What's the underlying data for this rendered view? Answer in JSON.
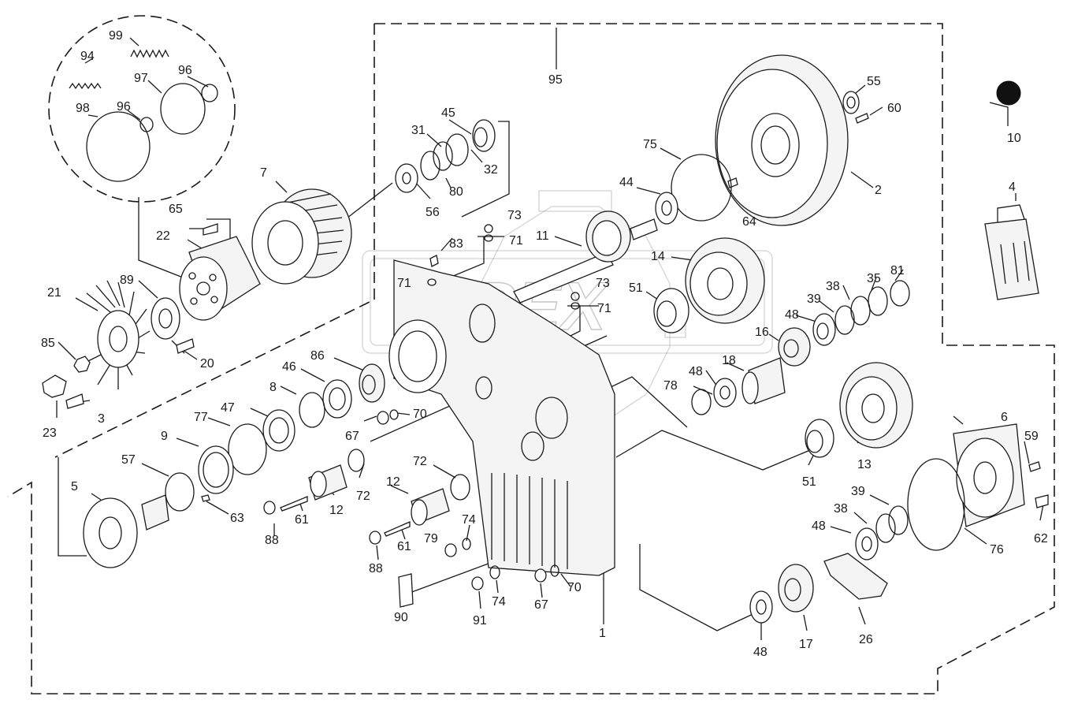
{
  "diagram": {
    "watermark": "OPEX",
    "callouts": [
      {
        "id": "99",
        "text": "99"
      },
      {
        "id": "94",
        "text": "94"
      },
      {
        "id": "97",
        "text": "97"
      },
      {
        "id": "96a",
        "text": "96"
      },
      {
        "id": "98",
        "text": "98"
      },
      {
        "id": "96b",
        "text": "96"
      },
      {
        "id": "95",
        "text": "95"
      },
      {
        "id": "55",
        "text": "55"
      },
      {
        "id": "60",
        "text": "60"
      },
      {
        "id": "10",
        "text": "10"
      },
      {
        "id": "45",
        "text": "45"
      },
      {
        "id": "31",
        "text": "31"
      },
      {
        "id": "32",
        "text": "32"
      },
      {
        "id": "80",
        "text": "80"
      },
      {
        "id": "56",
        "text": "56"
      },
      {
        "id": "75",
        "text": "75"
      },
      {
        "id": "2",
        "text": "2"
      },
      {
        "id": "4",
        "text": "4"
      },
      {
        "id": "7",
        "text": "7"
      },
      {
        "id": "44",
        "text": "44"
      },
      {
        "id": "64",
        "text": "64"
      },
      {
        "id": "65",
        "text": "65"
      },
      {
        "id": "73a",
        "text": "73"
      },
      {
        "id": "71a",
        "text": "71"
      },
      {
        "id": "22",
        "text": "22"
      },
      {
        "id": "83",
        "text": "83"
      },
      {
        "id": "11",
        "text": "11"
      },
      {
        "id": "14",
        "text": "14"
      },
      {
        "id": "89",
        "text": "89"
      },
      {
        "id": "71b",
        "text": "71"
      },
      {
        "id": "73b",
        "text": "73"
      },
      {
        "id": "51a",
        "text": "51"
      },
      {
        "id": "71c",
        "text": "71"
      },
      {
        "id": "81",
        "text": "81"
      },
      {
        "id": "35",
        "text": "35"
      },
      {
        "id": "38a",
        "text": "38"
      },
      {
        "id": "39a",
        "text": "39"
      },
      {
        "id": "48a",
        "text": "48"
      },
      {
        "id": "21",
        "text": "21"
      },
      {
        "id": "16",
        "text": "16"
      },
      {
        "id": "85",
        "text": "85"
      },
      {
        "id": "20",
        "text": "20"
      },
      {
        "id": "86",
        "text": "86"
      },
      {
        "id": "46",
        "text": "46"
      },
      {
        "id": "18",
        "text": "18"
      },
      {
        "id": "48b",
        "text": "48"
      },
      {
        "id": "8",
        "text": "8"
      },
      {
        "id": "78",
        "text": "78"
      },
      {
        "id": "3",
        "text": "3"
      },
      {
        "id": "23",
        "text": "23"
      },
      {
        "id": "47",
        "text": "47"
      },
      {
        "id": "77",
        "text": "77"
      },
      {
        "id": "70a",
        "text": "70"
      },
      {
        "id": "67a",
        "text": "67"
      },
      {
        "id": "6",
        "text": "6"
      },
      {
        "id": "9",
        "text": "9"
      },
      {
        "id": "13",
        "text": "13"
      },
      {
        "id": "59",
        "text": "59"
      },
      {
        "id": "57",
        "text": "57"
      },
      {
        "id": "72a",
        "text": "72"
      },
      {
        "id": "51b",
        "text": "51"
      },
      {
        "id": "5",
        "text": "5"
      },
      {
        "id": "12a",
        "text": "12"
      },
      {
        "id": "72b",
        "text": "72"
      },
      {
        "id": "12b",
        "text": "12"
      },
      {
        "id": "39b",
        "text": "39"
      },
      {
        "id": "38b",
        "text": "38"
      },
      {
        "id": "63",
        "text": "63"
      },
      {
        "id": "61a",
        "text": "61"
      },
      {
        "id": "74a",
        "text": "74"
      },
      {
        "id": "62",
        "text": "62"
      },
      {
        "id": "48c",
        "text": "48"
      },
      {
        "id": "76",
        "text": "76"
      },
      {
        "id": "88a",
        "text": "88"
      },
      {
        "id": "61b",
        "text": "61"
      },
      {
        "id": "79",
        "text": "79"
      },
      {
        "id": "88b",
        "text": "88"
      },
      {
        "id": "70b",
        "text": "70"
      },
      {
        "id": "74b",
        "text": "74"
      },
      {
        "id": "67b",
        "text": "67"
      },
      {
        "id": "26",
        "text": "26"
      },
      {
        "id": "17",
        "text": "17"
      },
      {
        "id": "91",
        "text": "91"
      },
      {
        "id": "1",
        "text": "1"
      },
      {
        "id": "90",
        "text": "90"
      },
      {
        "id": "48d",
        "text": "48"
      }
    ]
  }
}
